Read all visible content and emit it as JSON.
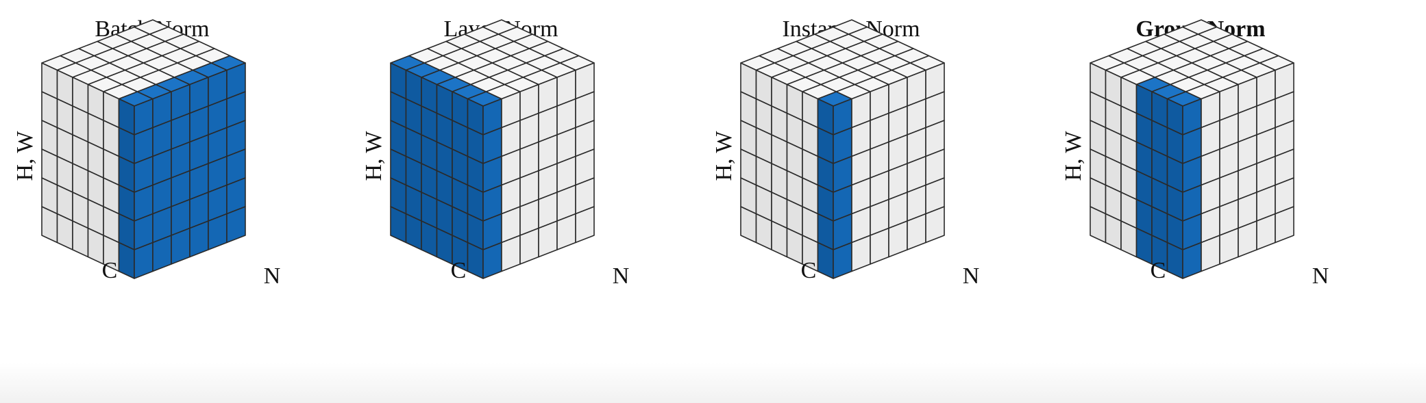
{
  "panels": [
    {
      "id": "batch-norm",
      "title": "Batch Norm",
      "bold": false,
      "highlight": "batch",
      "labels": {
        "hw": "H, W",
        "c": "C",
        "n": "N"
      }
    },
    {
      "id": "layer-norm",
      "title": "Layer Norm",
      "bold": false,
      "highlight": "layer",
      "labels": {
        "hw": "H, W",
        "c": "C",
        "n": "N"
      }
    },
    {
      "id": "instance-norm",
      "title": "Instance Norm",
      "bold": false,
      "highlight": "instance",
      "labels": {
        "hw": "H, W",
        "c": "C",
        "n": "N"
      }
    },
    {
      "id": "group-norm",
      "title": "Group Norm",
      "bold": true,
      "highlight": "group",
      "labels": {
        "hw": "H, W",
        "c": "C",
        "n": "N"
      }
    }
  ],
  "colors": {
    "highlight_front": "#1467b4",
    "highlight_top": "#1c74c6",
    "highlight_side": "#0f5aa0",
    "base_front": "#ececec",
    "base_top": "#f6f6f6",
    "base_side": "#e2e2e2",
    "grid_line": "#2a2a2a"
  }
}
